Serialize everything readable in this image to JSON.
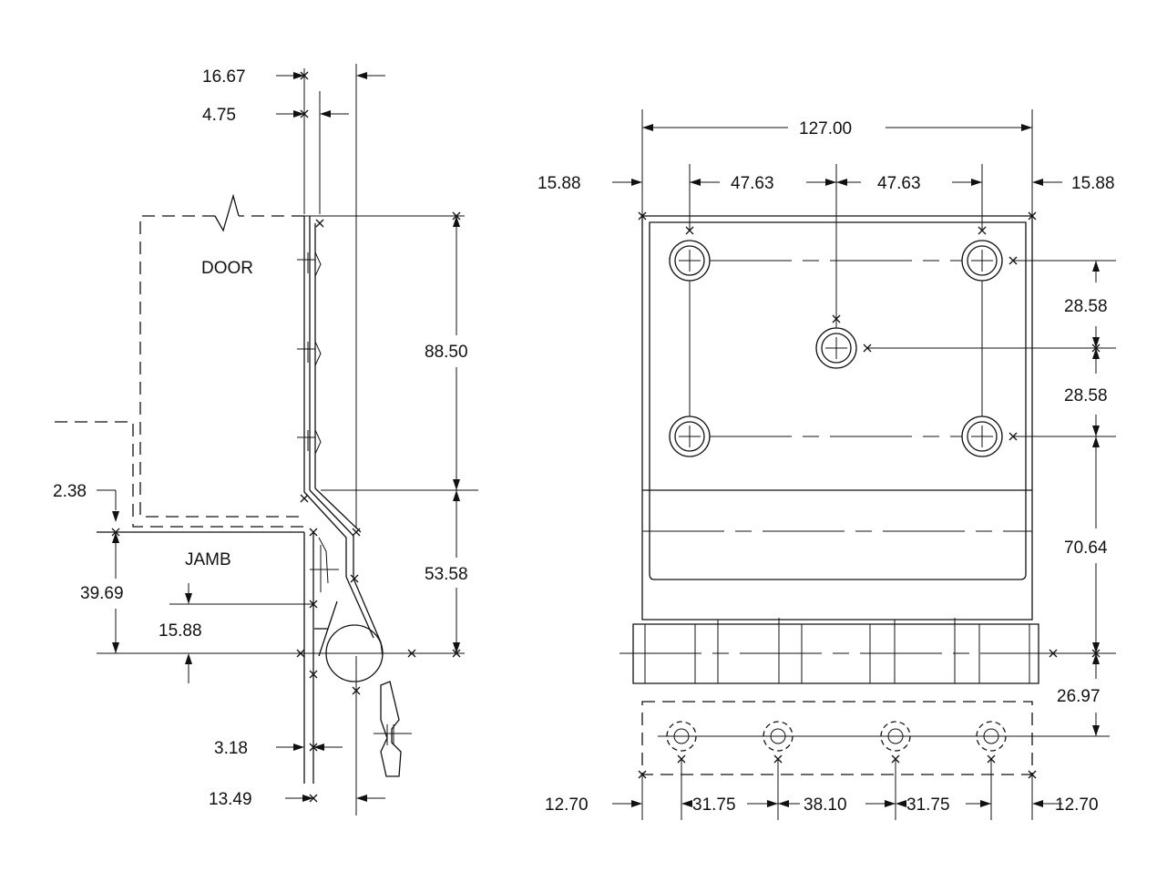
{
  "labels": {
    "door": "DOOR",
    "jamb": "JAMB"
  },
  "side_view": {
    "dims": {
      "d16_67": "16.67",
      "d4_75": "4.75",
      "d88_50": "88.50",
      "d53_58": "53.58",
      "d2_38": "2.38",
      "d39_69": "39.69",
      "d15_88": "15.88",
      "d3_18": "3.18",
      "d13_49": "13.49"
    }
  },
  "front_view": {
    "dims": {
      "d127_00": "127.00",
      "d15_88_left": "15.88",
      "d47_63_left": "47.63",
      "d47_63_right": "47.63",
      "d15_88_right": "15.88",
      "d28_58_top": "28.58",
      "d28_58_bottom": "28.58",
      "d70_64": "70.64",
      "d26_97": "26.97",
      "d12_70_left": "12.70",
      "d31_75_left": "31.75",
      "d38_10": "38.10",
      "d31_75_right": "31.75",
      "d12_70_right": "12.70"
    }
  }
}
